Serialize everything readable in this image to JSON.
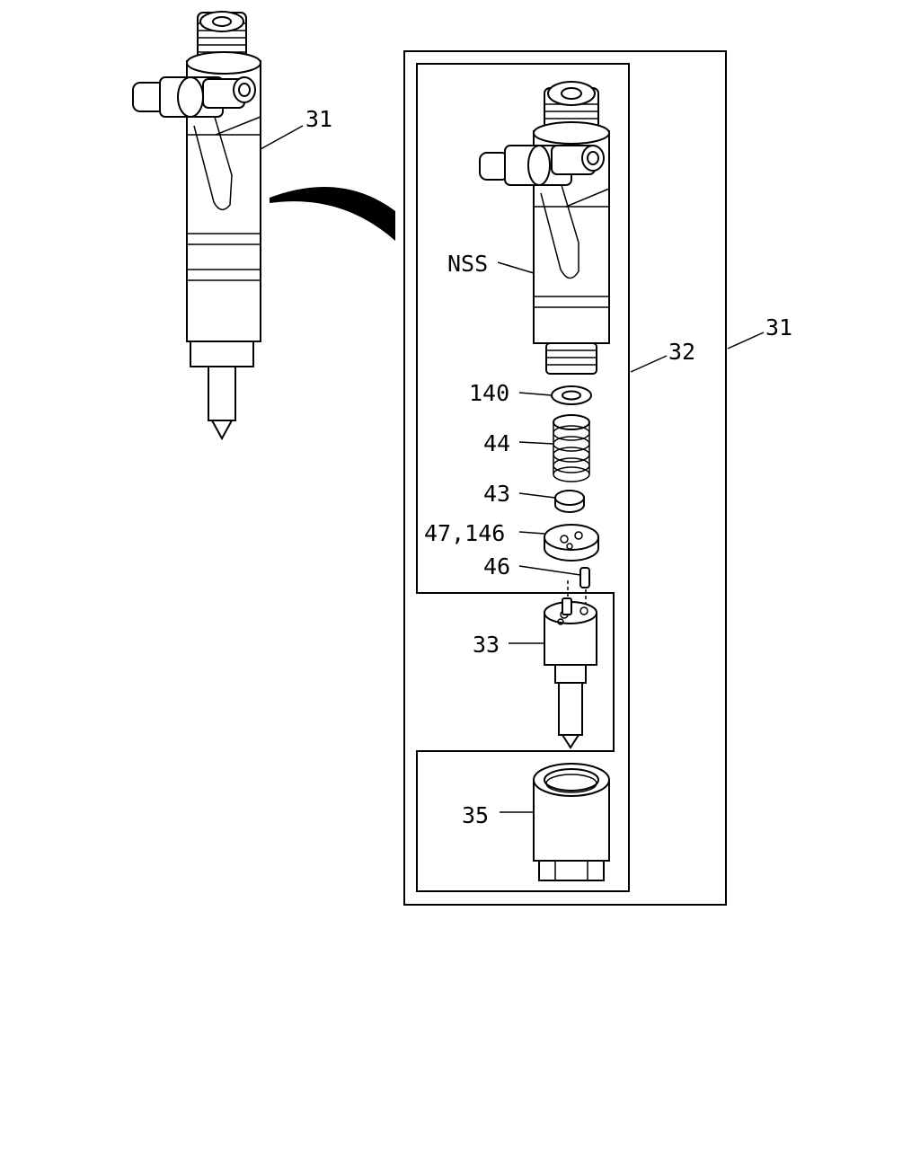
{
  "callouts": {
    "overview_assembly": "31",
    "exploded_assembly": "31",
    "holder_subassembly": "32",
    "injector_body": "NSS",
    "washer": "140",
    "spring": "44",
    "spacer_disc": "43",
    "intermediate_plate": "47,146",
    "pin": "46",
    "nozzle": "33",
    "retaining_nut": "35"
  }
}
